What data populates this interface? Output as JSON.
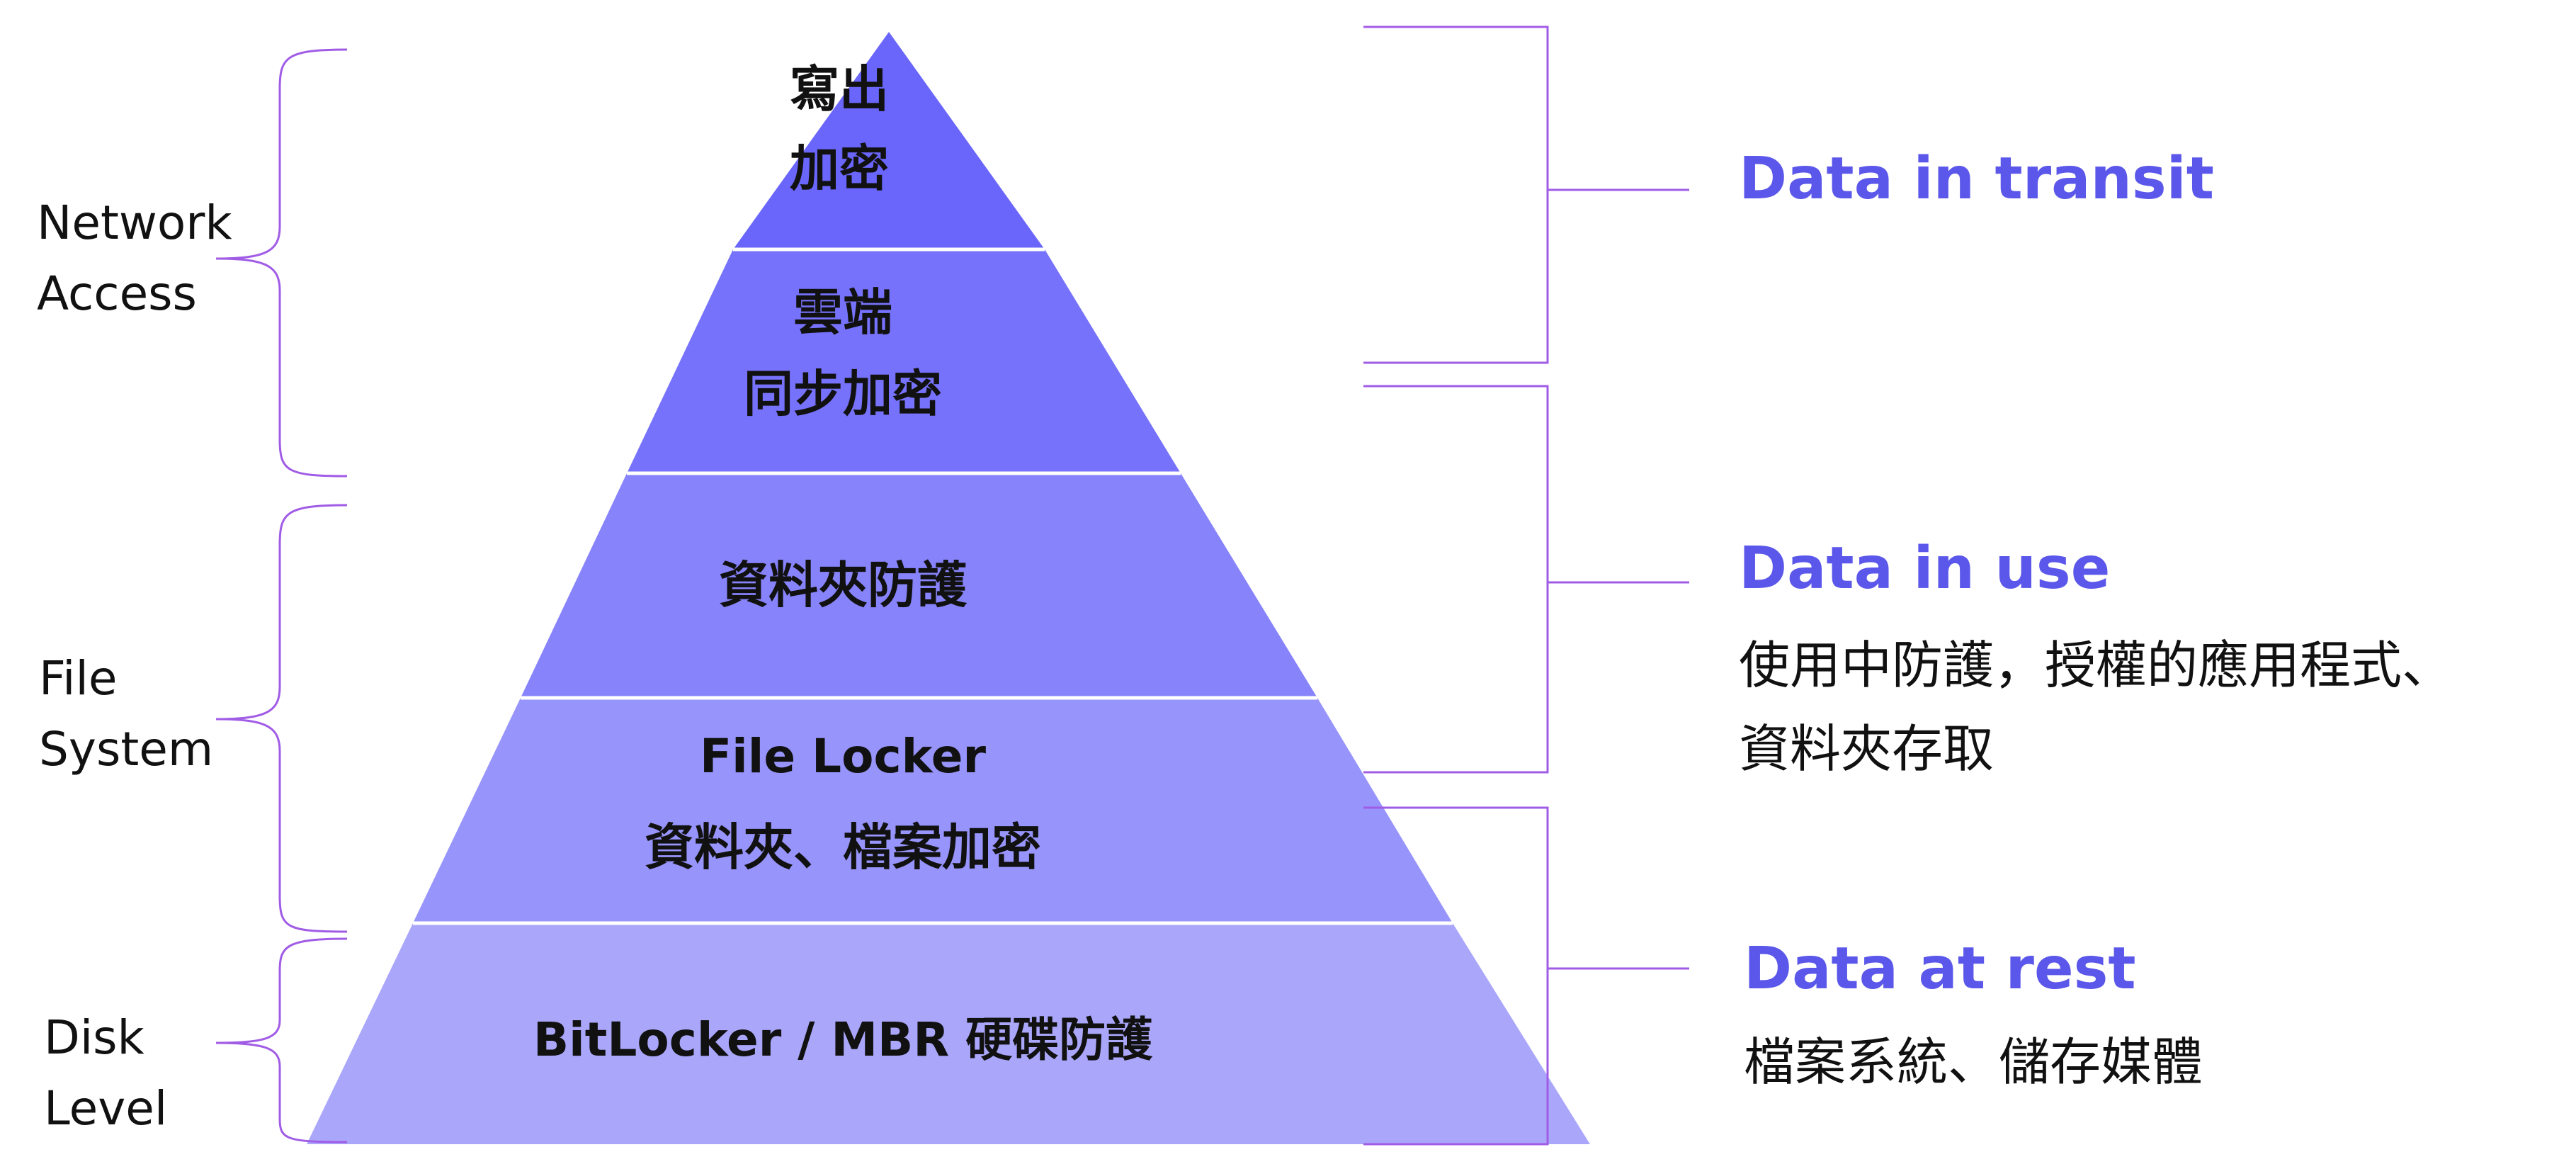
{
  "colors": {
    "tier1": "#6a66fb",
    "tier2": "#7672fb",
    "tier3": "#8783fb",
    "tier4": "#9794fb",
    "tier5": "#aaa7fb",
    "bracket": "#a15ce6",
    "accent_text": "#5b57ea"
  },
  "pyramid": {
    "tiers": [
      {
        "lines": [
          "寫出",
          "加密"
        ]
      },
      {
        "lines": [
          "雲端",
          "同步加密"
        ]
      },
      {
        "lines": [
          "資料夾防護"
        ]
      },
      {
        "lines": [
          "File Locker",
          "資料夾、檔案加密"
        ]
      },
      {
        "lines": [
          "BitLocker / MBR 硬碟防護"
        ]
      }
    ]
  },
  "left_groups": [
    {
      "lines": [
        "Network",
        "Access"
      ]
    },
    {
      "lines": [
        "File",
        "System"
      ]
    },
    {
      "lines": [
        "Disk",
        "Level"
      ]
    }
  ],
  "right_groups": [
    {
      "title": "Data in transit",
      "desc": []
    },
    {
      "title": "Data in use",
      "desc": [
        "使用中防護，授權的應用程式、",
        "資料夾存取"
      ]
    },
    {
      "title": "Data at rest",
      "desc": [
        "檔案系統、儲存媒體"
      ]
    }
  ]
}
